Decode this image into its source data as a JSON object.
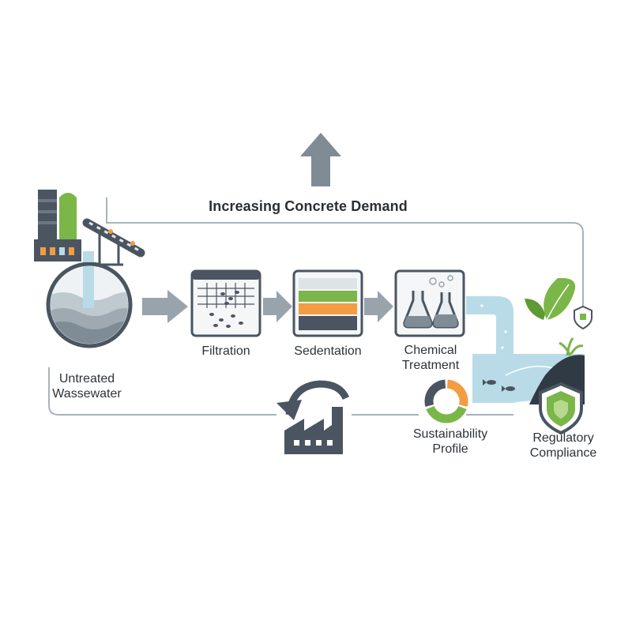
{
  "title": "Increasing Concrete Demand",
  "stages": {
    "untreated": [
      "Untreated",
      "Wassewater"
    ],
    "filtration": "Filtration",
    "sedimentation": "Sedentation",
    "chemical": [
      "Chemical",
      "Treatment"
    ],
    "sustainability": [
      "Sustainability",
      "Profile"
    ],
    "regulatory": [
      "Regulatory",
      "Compliance"
    ]
  },
  "icons": {
    "factory": "factory-icon",
    "conveyor": "conveyor-belt-icon",
    "tank": "wastewater-tank-icon",
    "filter": "filtration-screen-icon",
    "sediment": "sediment-layers-icon",
    "flasks": "chemical-flasks-icon",
    "leaf": "leaf-icon",
    "shield": "shield-icon",
    "recycle": "recycle-factory-icon",
    "donut": "donut-chart-icon",
    "fish": "fish-icon"
  },
  "colors": {
    "slate": "#4a5561",
    "arrow_gray": "#98a3ab",
    "green": "#7ab648",
    "orange": "#f39c42",
    "water": "#b9dbe8",
    "line": "#a6b3bd"
  },
  "sustainability_profile": [
    {
      "segment": "orange",
      "fraction": 0.3
    },
    {
      "segment": "green",
      "fraction": 0.4
    },
    {
      "segment": "slate",
      "fraction": 0.3
    }
  ]
}
